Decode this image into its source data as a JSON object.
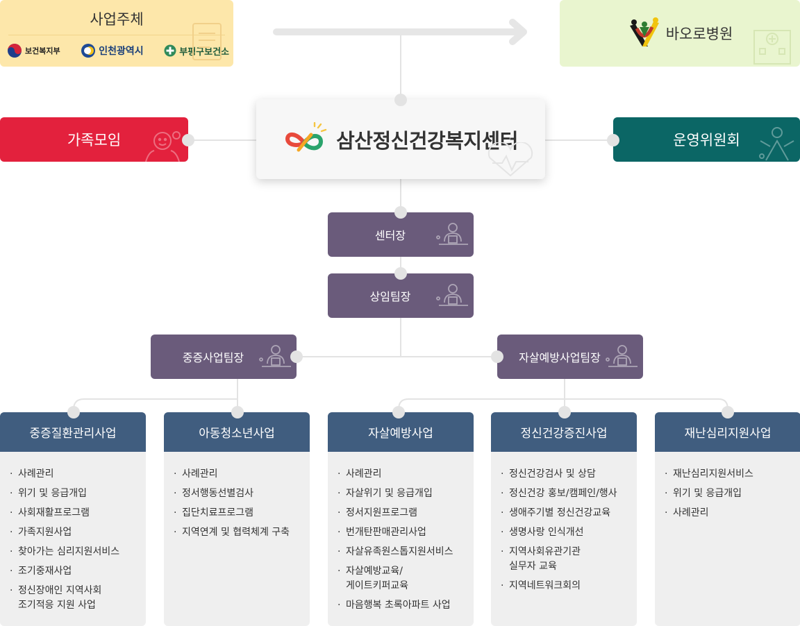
{
  "sponsor": {
    "title": "사업주체",
    "logos": [
      {
        "name": "보건복지부"
      },
      {
        "name": "인천광역시"
      },
      {
        "name": "부평구보건소"
      }
    ]
  },
  "hospital": {
    "name": "바오로병원"
  },
  "family_group": {
    "label": "가족모임"
  },
  "committee": {
    "label": "운영위원회"
  },
  "center": {
    "name": "삼산정신건강복지센터"
  },
  "roles": {
    "director": "센터장",
    "team_lead": "상임팀장",
    "severe_lead": "중증사업팀장",
    "suicide_lead": "자살예방사업팀장"
  },
  "programs": [
    {
      "title": "중증질환관리사업",
      "items": [
        "사례관리",
        "위기 및 응급개입",
        "사회재활프로그램",
        "가족지원사업",
        "찾아가는 심리지원서비스",
        "조기중재사업",
        "정신장애인 지역사회\n조기적응 지원 사업"
      ]
    },
    {
      "title": "아동청소년사업",
      "items": [
        "사례관리",
        "정서행동선별검사",
        "집단치료프로그램",
        "지역연계 및 협력체계 구축"
      ]
    },
    {
      "title": "자살예방사업",
      "items": [
        "사례관리",
        "자살위기 및 응급개입",
        "정서지원프로그램",
        "번개탄판매관리사업",
        "자살유족원스톱지원서비스",
        "자살예방교육/\n게이트키퍼교육",
        "마음행복 초록아파트 사업"
      ]
    },
    {
      "title": "정신건강증진사업",
      "items": [
        "정신건강검사 및 상담",
        "정신건강 홍보/캠페인/행사",
        "생애주기별 정신건강교육",
        "생명사랑 인식개선",
        "지역사회유관기관\n실무자 교육",
        "지역네트워크회의"
      ]
    },
    {
      "title": "재난심리지원사업",
      "items": [
        "재난심리지원서비스",
        "위기 및 응급개입",
        "사례관리"
      ]
    }
  ],
  "colors": {
    "sponsor_bg": "#fde7aa",
    "hospital_bg": "#e9f5cf",
    "family_bg": "#e3213d",
    "committee_bg": "#0b6665",
    "role_bg": "#6a5b7b",
    "program_head_bg": "#405d7f",
    "program_body_bg": "#efefef"
  }
}
